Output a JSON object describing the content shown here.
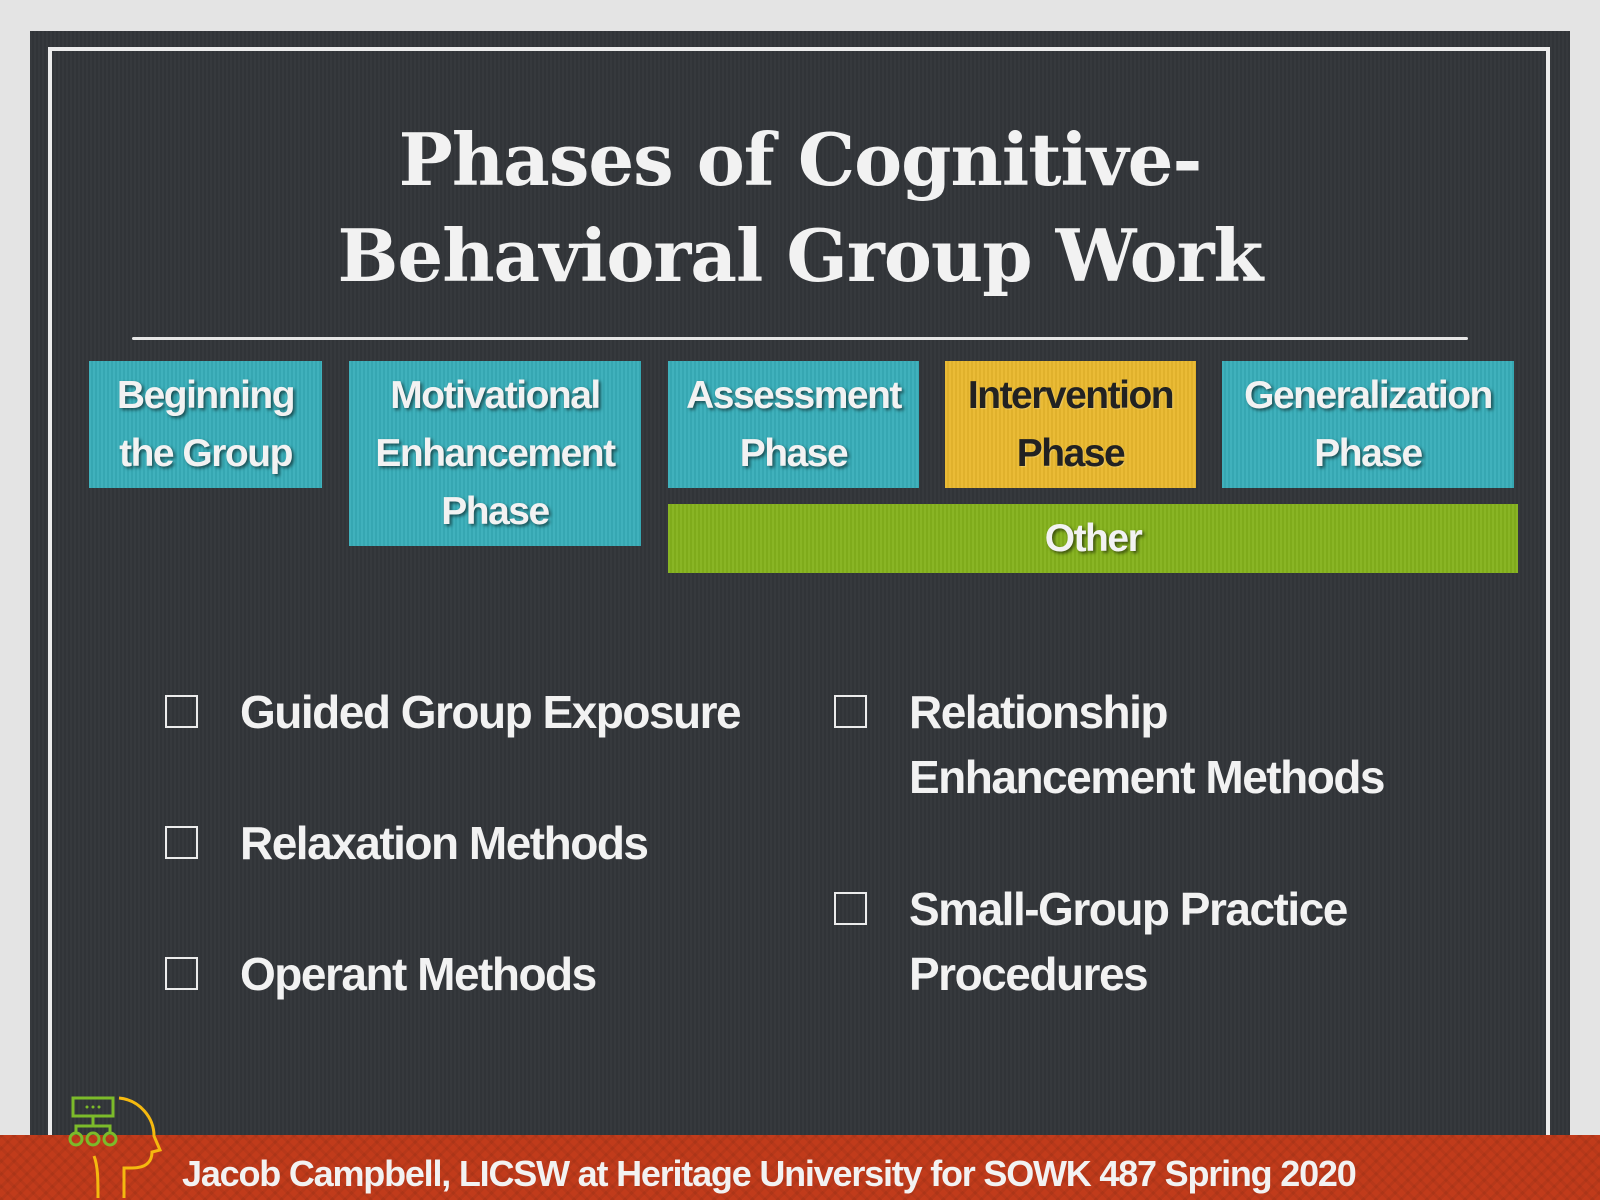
{
  "slide": {
    "title_line1": "Phases of Cognitive-",
    "title_line2": "Behavioral Group Work",
    "phases": [
      {
        "label_line1": "Beginning",
        "label_line2": "the Group",
        "label_line3": "",
        "color": "#38aeb9"
      },
      {
        "label_line1": "Motivational",
        "label_line2": "Enhancement",
        "label_line3": "Phase",
        "color": "#38aeb9"
      },
      {
        "label_line1": "Assessment",
        "label_line2": "Phase",
        "label_line3": "",
        "color": "#38aeb9"
      },
      {
        "label_line1": "Intervention",
        "label_line2": "Phase",
        "label_line3": "",
        "color": "#e9b82e",
        "highlighted": true
      },
      {
        "label_line1": "Generalization",
        "label_line2": "Phase",
        "label_line3": "",
        "color": "#38aeb9"
      }
    ],
    "other_bar": {
      "label": "Other",
      "color": "#84b21c"
    },
    "bullets_left": [
      {
        "line1": "Guided Group Exposure",
        "line2": ""
      },
      {
        "line1": "Relaxation Methods",
        "line2": ""
      },
      {
        "line1": "Operant Methods",
        "line2": ""
      }
    ],
    "bullets_right": [
      {
        "line1": "Relationship",
        "line2": "Enhancement Methods"
      },
      {
        "line1": "Small-Group Practice",
        "line2": "Procedures"
      }
    ]
  },
  "footer": {
    "text": "Jacob Campbell, LICSW at Heritage University for SOWK 487 Spring 2020",
    "logo_icon": "head-org-chart-icon",
    "color": "#c13b1b"
  }
}
